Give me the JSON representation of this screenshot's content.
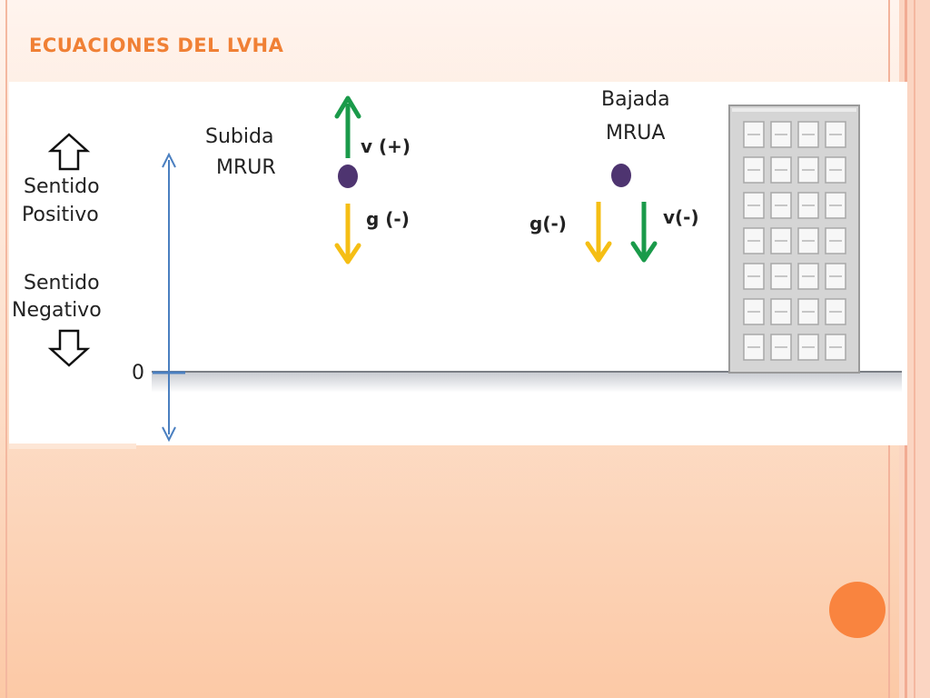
{
  "slide": {
    "title": "ECUACIONES DEL LVHA"
  },
  "diagram": {
    "sentido_positivo": [
      "Sentido",
      "Positivo"
    ],
    "sentido_negativo": [
      "Sentido",
      "Negativo"
    ],
    "axis_zero": "0",
    "subida": {
      "label": "Subida",
      "type": "MRUR",
      "velocity": "v (+)",
      "gravity": "g (-)"
    },
    "bajada": {
      "label": "Bajada",
      "type": "MRUA",
      "velocity": "v(-)",
      "gravity": "g(-)"
    }
  },
  "colors": {
    "title": "#f08035",
    "axis": "#4a7fc0",
    "velocity_arrow": "#1a9a4a",
    "gravity_arrow": "#f5be14",
    "ball": "#4e3470",
    "building": "#d5d5d5",
    "accent": "#f9843f"
  }
}
